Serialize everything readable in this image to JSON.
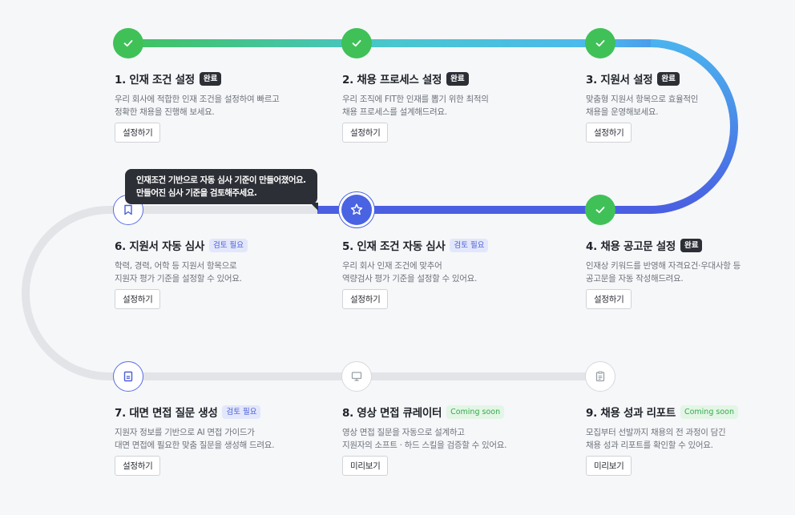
{
  "colors": {
    "done": "#3fc158",
    "current": "#4a63e2",
    "pending_track": "#e2e4e8",
    "badge_dark": "#2c2f35",
    "badge_review_bg": "#e3e7fb",
    "badge_soon_bg": "#e3f6e6"
  },
  "tooltip": {
    "line1": "인재조건 기반으로 자동 심사 기준이 만들어졌어요.",
    "line2": "만들어진 심사 기준을 검토해주세요."
  },
  "steps": [
    {
      "title": "1. 인재 조건 설정",
      "status": "done",
      "badge": "완료",
      "desc1": "우리 회사에 적합한 인재 조건을 설정하여 빠르고",
      "desc2": "정확한 채용을 진행해 보세요.",
      "button": "설정하기",
      "icon": "check-icon"
    },
    {
      "title": "2. 채용 프로세스 설정",
      "status": "done",
      "badge": "완료",
      "desc1": "우리 조직에 FIT한 인재를 뽑기 위한 최적의",
      "desc2": "채용 프로세스를 설계해드려요.",
      "button": "설정하기",
      "icon": "check-icon"
    },
    {
      "title": "3. 지원서 설정",
      "status": "done",
      "badge": "완료",
      "desc1": "맞춤형 지원서 항목으로 효율적인",
      "desc2": "채용을 운영해보세요.",
      "button": "설정하기",
      "icon": "check-icon"
    },
    {
      "title": "4. 채용 공고문 설정",
      "status": "done",
      "badge": "완료",
      "desc1": "인재상 키워드를 반영해 자격요건·우대사항 등",
      "desc2": "공고문을 자동 작성해드려요.",
      "button": "설정하기",
      "icon": "check-icon"
    },
    {
      "title": "5. 인재 조건 자동 심사",
      "status": "current",
      "badge": "검토 필요",
      "desc1": "우리 회사 인재 조건에 맞추어",
      "desc2": "역량검사 평가 기준을 설정할 수 있어요.",
      "button": "설정하기",
      "icon": "star-icon"
    },
    {
      "title": "6. 지원서 자동 심사",
      "status": "review",
      "badge": "검토 필요",
      "desc1": "학력, 경력, 어학 등 지원서 항목으로",
      "desc2": "지원자 평가 기준을 설정할 수 있어요.",
      "button": "설정하기",
      "icon": "bookmark-icon"
    },
    {
      "title": "7. 대면 면접 질문 생성",
      "status": "review",
      "badge": "검토 필요",
      "desc1": "지원자 정보를 기반으로 AI 면접 가이드가",
      "desc2": "대면 면접에 필요한 맞춤 질문을 생성해 드려요.",
      "button": "설정하기",
      "icon": "notebook-icon"
    },
    {
      "title": "8. 영상 면접 큐레이터",
      "status": "soon",
      "badge": "Coming soon",
      "desc1": "영상 면접 질문을 자동으로 설계하고",
      "desc2": "지원자의 소프트 · 하드 스킬을 검증할 수 있어요.",
      "button": "미리보기",
      "icon": "monitor-icon"
    },
    {
      "title": "9. 채용 성과 리포트",
      "status": "soon",
      "badge": "Coming soon",
      "desc1": "모집부터 선발까지 채용의 전 과정이 담긴",
      "desc2": "채용 성과 리포트를 확인할 수 있어요.",
      "button": "미리보기",
      "icon": "clipboard-icon"
    }
  ]
}
